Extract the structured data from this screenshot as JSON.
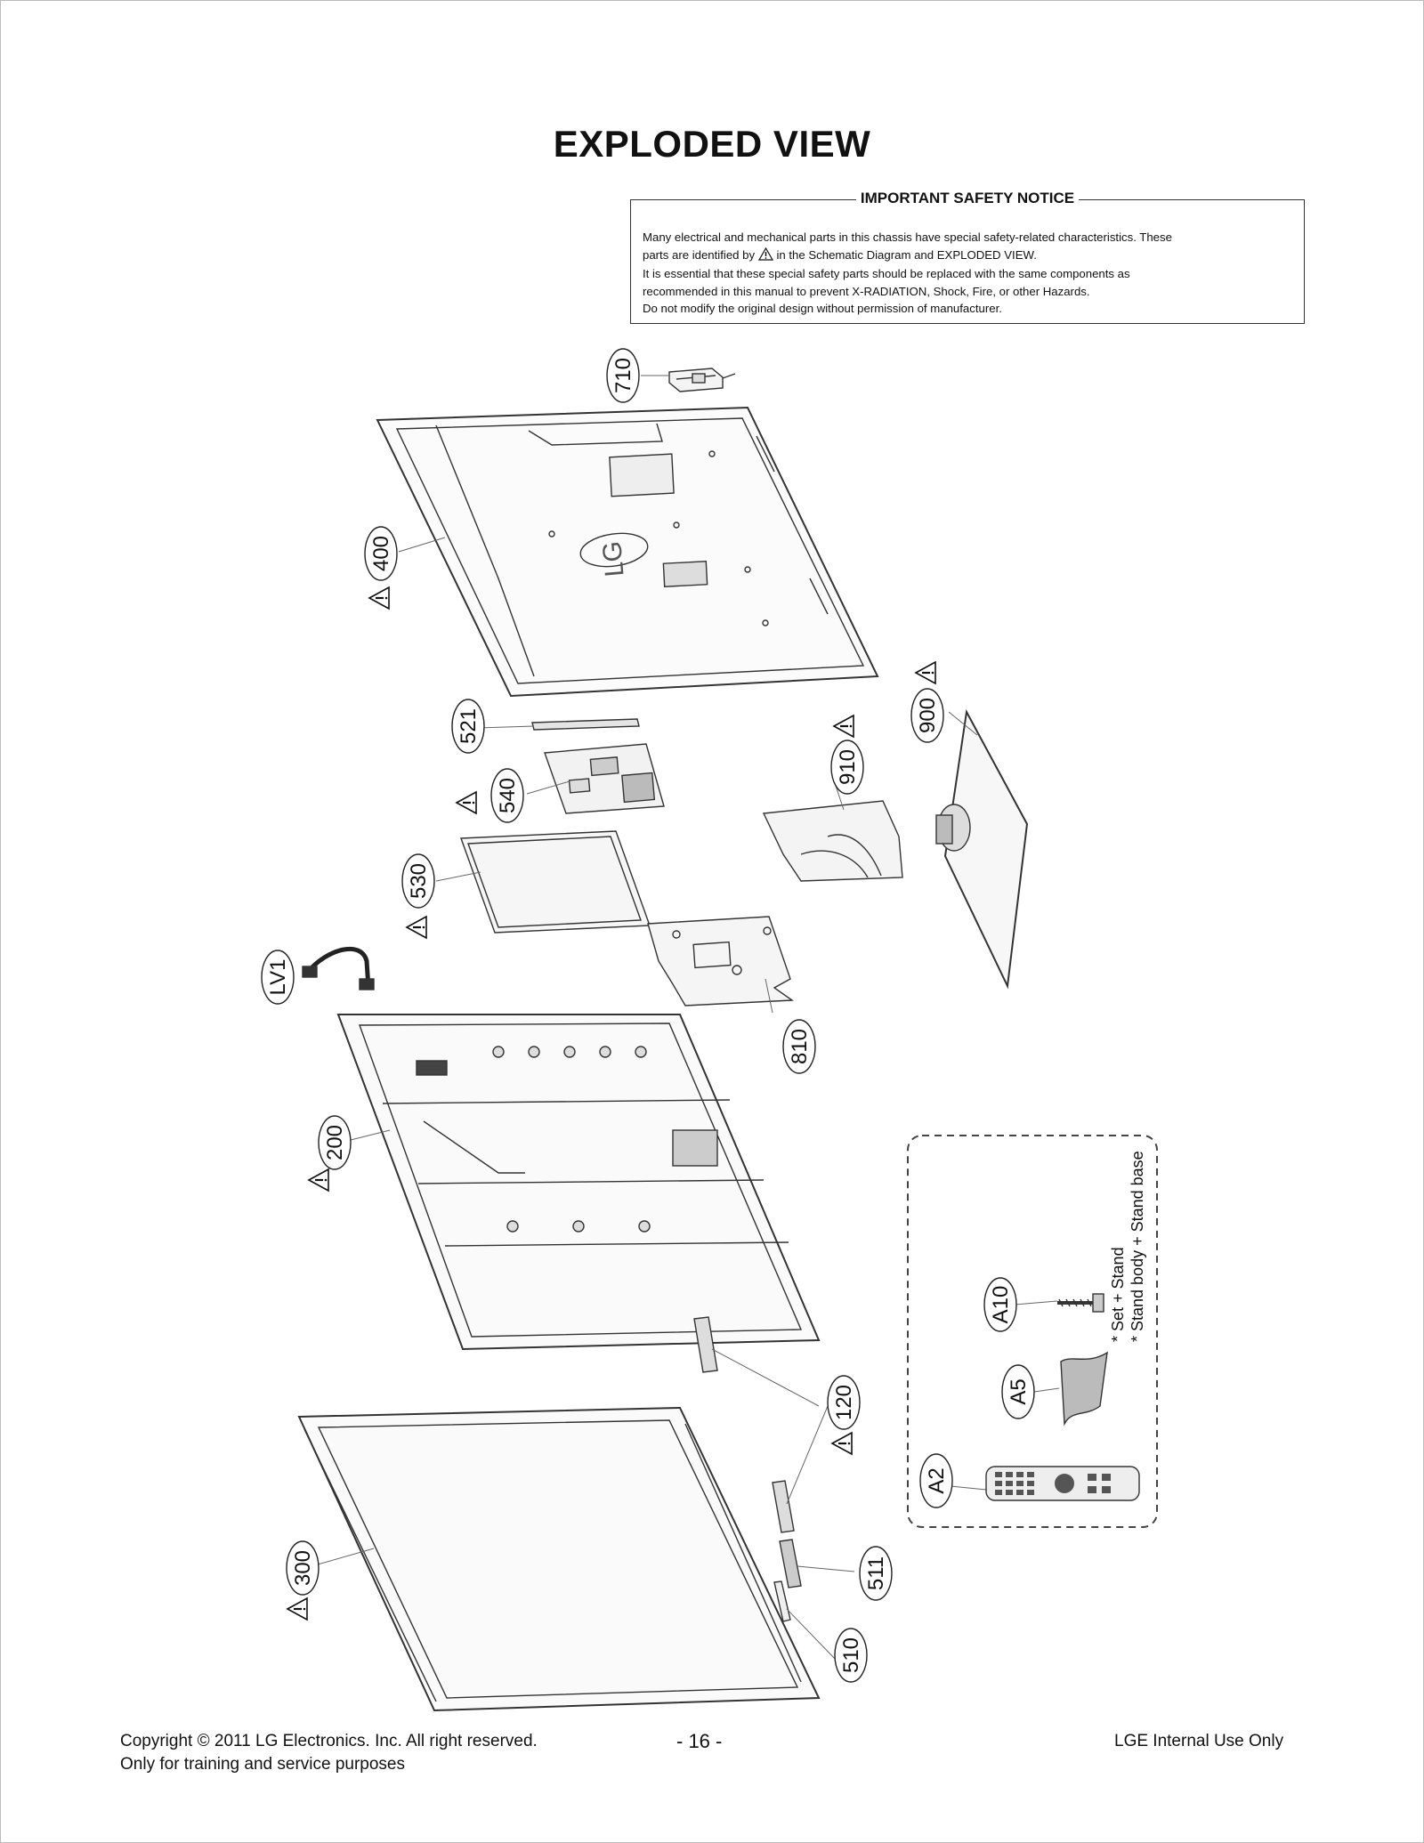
{
  "title": "EXPLODED VIEW",
  "notice": {
    "heading": "IMPORTANT SAFETY NOTICE",
    "line1": "Many electrical and mechanical parts in this chassis have special safety-related characteristics. These",
    "line2a": "parts are identified by",
    "line2b": "in the Schematic Diagram and EXPLODED VIEW.",
    "line3": "It is essential that these special safety parts should be replaced with the same components as",
    "line4": "recommended in this manual to prevent X-RADIATION, Shock, Fire, or other Hazards.",
    "line5": "Do not modify the original design without permission of manufacturer."
  },
  "part_labels": {
    "p710": "710",
    "p400": "400",
    "p521": "521",
    "p540": "540",
    "p530": "530",
    "p910": "910",
    "p900": "900",
    "pLV1": "LV1",
    "p810": "810",
    "p200": "200",
    "p120": "120",
    "p300": "300",
    "p511": "511",
    "p510": "510",
    "pA10": "A10",
    "pA5": "A5",
    "pA2": "A2"
  },
  "accessory_notes": {
    "note1": "* Set + Stand",
    "note2": "* Stand body + Stand base"
  },
  "footer": {
    "copyright": "Copyright  © 2011 LG Electronics. Inc. All right reserved.",
    "purpose": "Only for training and service purposes",
    "page": "- 16 -",
    "internal": "LGE Internal Use Only"
  }
}
